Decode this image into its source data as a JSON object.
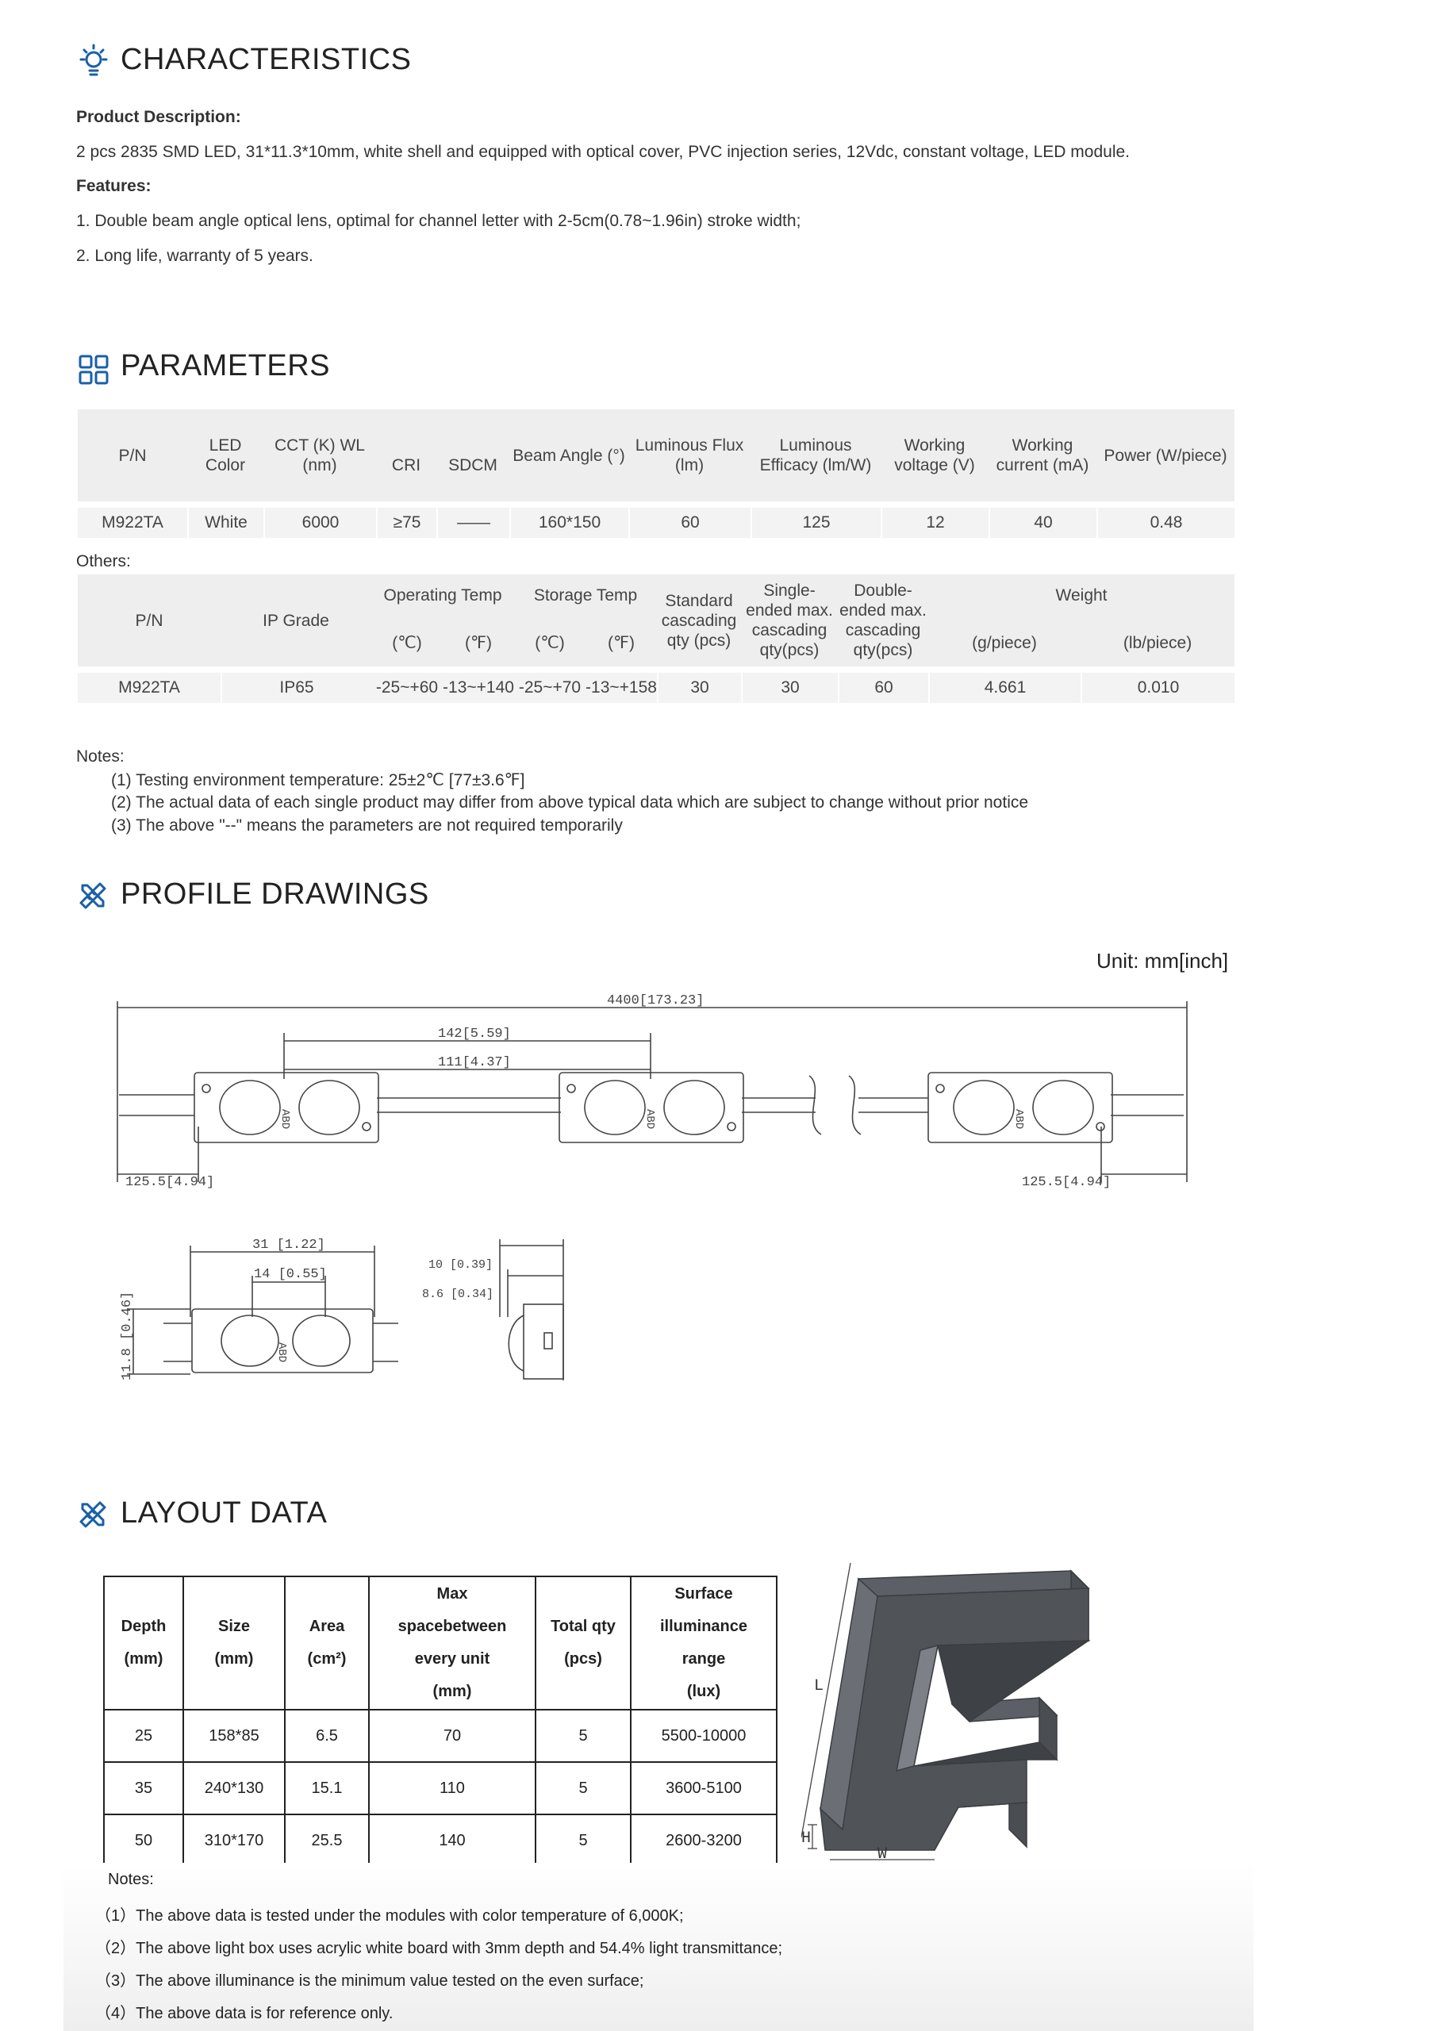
{
  "characteristics": {
    "title": "CHARACTERISTICS",
    "desc_label": "Product Description:",
    "desc_text": "2 pcs 2835 SMD LED, 31*11.3*10mm, white shell and equipped with optical cover, PVC injection series, 12Vdc, constant voltage, LED module.",
    "features_label": "Features:",
    "features": [
      "1. Double beam angle optical lens, optimal for channel letter with 2-5cm(0.78~1.96in) stroke width;",
      "2. Long life, warranty of 5 years."
    ]
  },
  "parameters": {
    "title": "PARAMETERS",
    "table1": {
      "headers": [
        "P/N",
        "LED Color",
        "CCT (K) WL (nm)",
        "CRI",
        "SDCM",
        "Beam Angle (°)",
        "Luminous Flux (lm)",
        "Luminous Efficacy (lm/W)",
        "Working voltage (V)",
        "Working current (mA)",
        "Power (W/piece)"
      ],
      "row": [
        "M922TA",
        "White",
        "6000",
        "≥75",
        "——",
        "160*150",
        "60",
        "125",
        "12",
        "40",
        "0.48"
      ]
    },
    "others_label": "Others:",
    "table2": {
      "h_pn": "P/N",
      "h_ip": "IP Grade",
      "h_op": "Operating Temp",
      "h_st": "Storage Temp",
      "h_std": "Standard cascading qty (pcs)",
      "h_single": "Single-ended max. cascading qty(pcs)",
      "h_double": "Double-ended max. cascading qty(pcs)",
      "h_weight": "Weight",
      "h_c1": "(℃)",
      "h_f1": "(℉)",
      "h_c2": "(℃)",
      "h_f2": "(℉)",
      "h_g": "(g/piece)",
      "h_lb": "(lb/piece)",
      "row": [
        "M922TA",
        "IP65",
        "-25~+60",
        "-13~+140",
        "-25~+70",
        "-13~+158",
        "30",
        "30",
        "60",
        "4.661",
        "0.010"
      ]
    },
    "notes_label": "Notes:",
    "notes": [
      "(1) Testing environment temperature: 25±2℃ [77±3.6℉]",
      "(2) The actual data of each single product may differ from above typical data which are subject to change without prior notice",
      "(3) The above \"--\" means the parameters are not required temporarily"
    ]
  },
  "profile": {
    "title": "PROFILE DRAWINGS",
    "unit": "Unit: mm[inch]",
    "dims": {
      "total": "4400[173.23]",
      "pitch1": "142[5.59]",
      "pitch2": "111[4.37]",
      "end_left": "125.5[4.94]",
      "end_right": "125.5[4.94]",
      "module_len": "31 [1.22]",
      "lens": "14 [0.55]",
      "height": "11.8 [0.46]",
      "depth1": "10 [0.39]",
      "depth2": "8.6 [0.34]"
    },
    "module_mark": "ABD"
  },
  "layout": {
    "title": "LAYOUT DATA",
    "headers": [
      [
        "Depth",
        "(mm)"
      ],
      [
        "Size",
        "(mm)"
      ],
      [
        "Area",
        "(cm²)"
      ],
      [
        "Max",
        "spacebetween",
        "every unit",
        "(mm)"
      ],
      [
        "Total qty",
        "(pcs)"
      ],
      [
        "Surface",
        "illuminance",
        "range",
        "(lux)"
      ]
    ],
    "rows": [
      [
        "25",
        "158*85",
        "6.5",
        "70",
        "5",
        "5500-10000"
      ],
      [
        "35",
        "240*130",
        "15.1",
        "110",
        "5",
        "3600-5100"
      ],
      [
        "50",
        "310*170",
        "25.5",
        "140",
        "5",
        "2600-3200"
      ]
    ],
    "notes_label": "Notes:",
    "notes": [
      "（1）The above data is tested under the modules with color temperature of 6,000K;",
      "（2）The above light box uses acrylic white board with 3mm depth    and 54.4% light transmittance;",
      "（3）The above illuminance is the minimum value tested on the even surface;",
      "（4）The above data is for reference only."
    ],
    "letter_labels": {
      "L": "L",
      "H": "H",
      "W": "W"
    }
  }
}
